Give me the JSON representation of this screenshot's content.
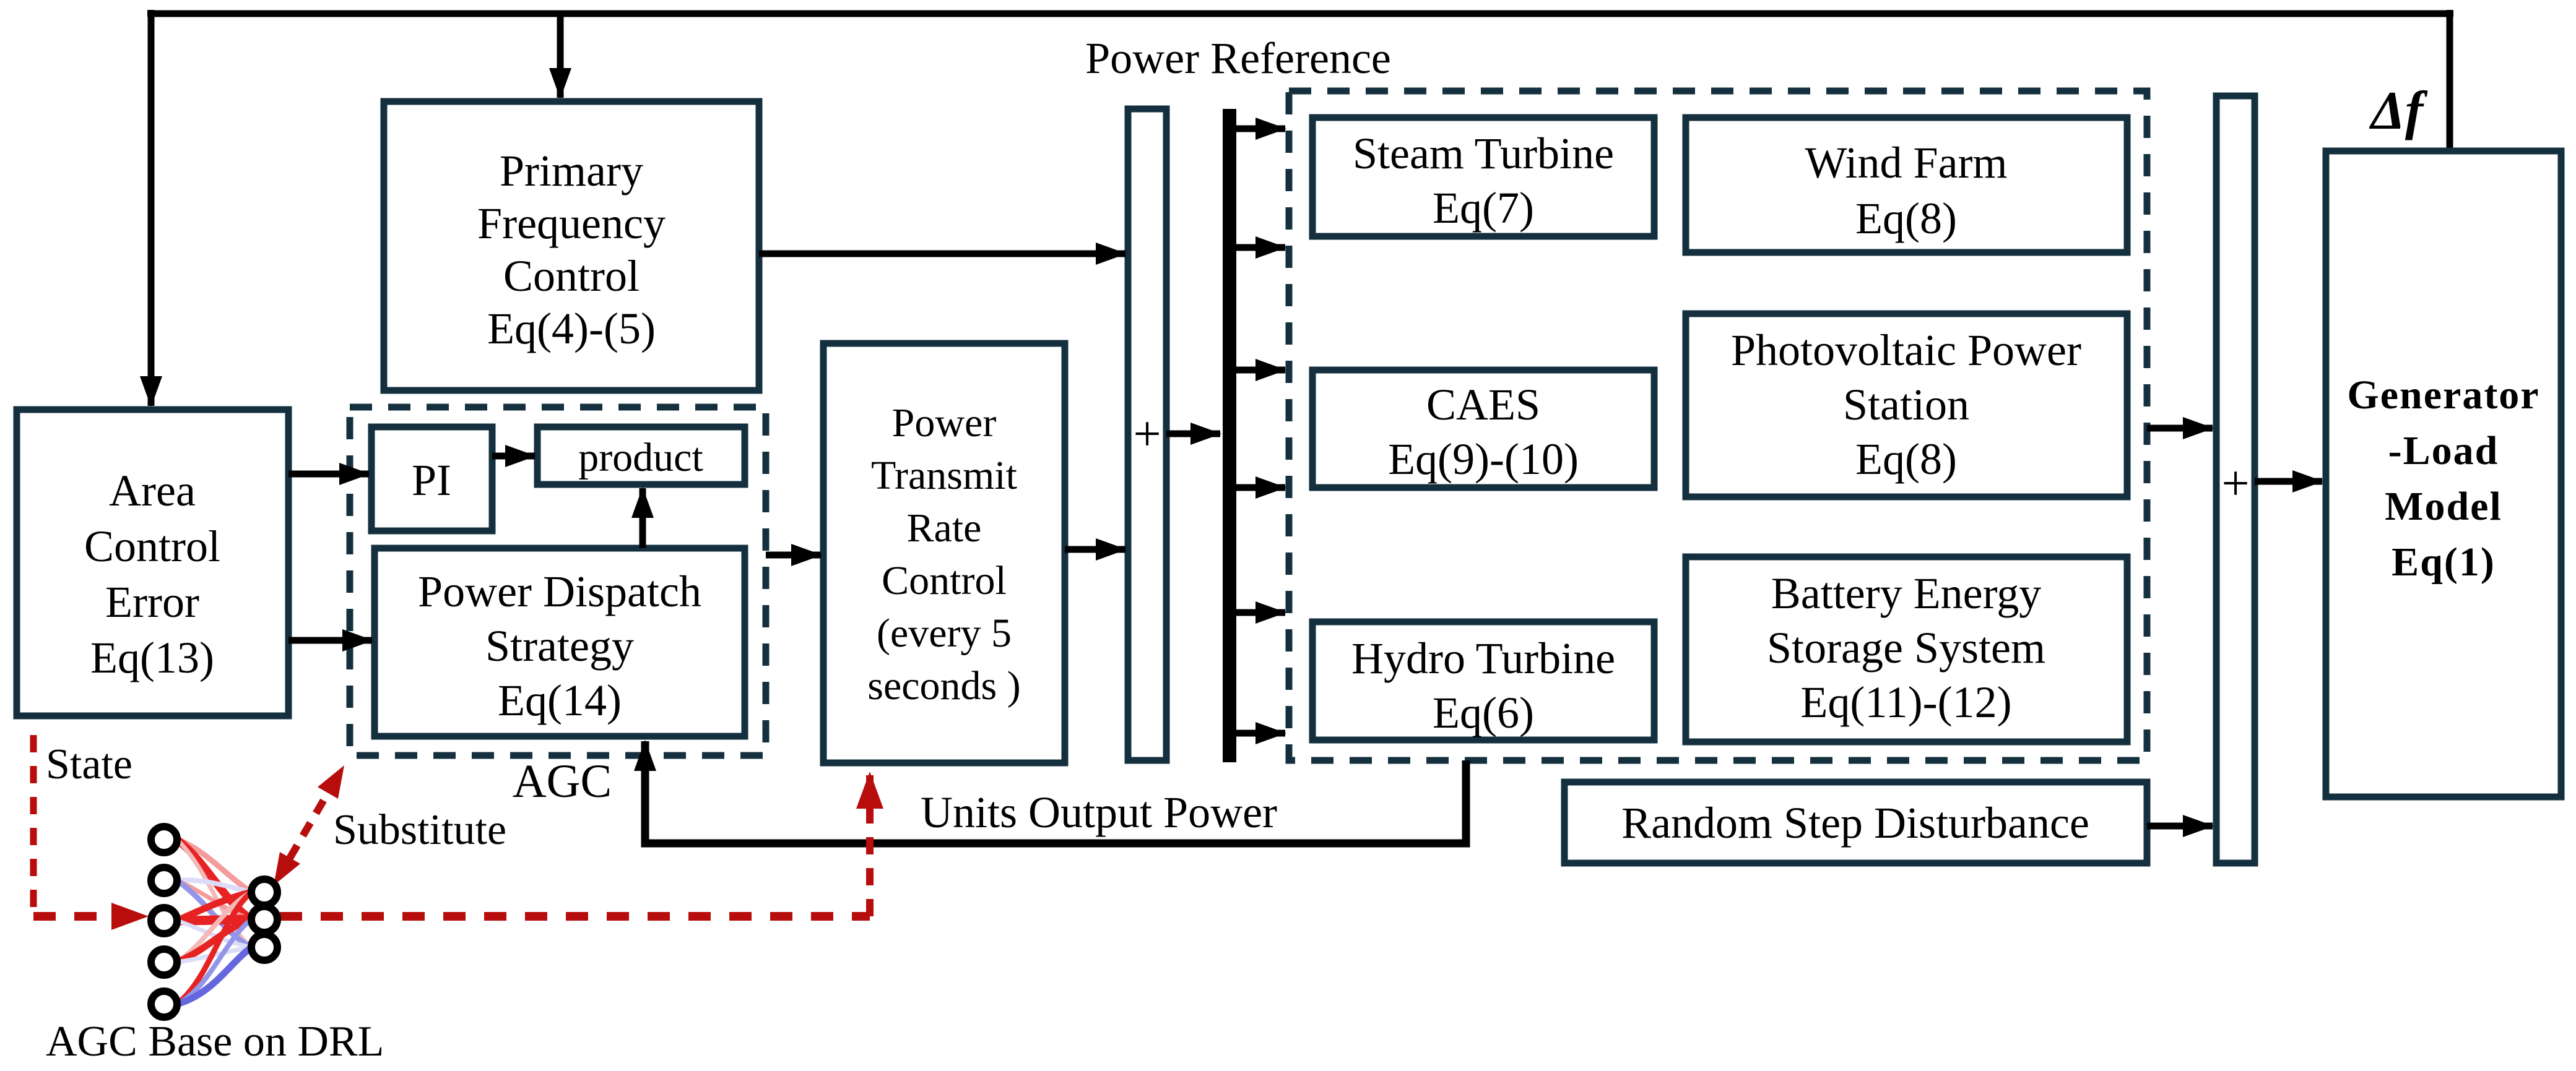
{
  "diagram_title": "AGC based on DRL power system frequency control block diagram",
  "colors": {
    "background": "#ffffff",
    "box_stroke": "#14303f",
    "connector": "#000000",
    "red_line": "#b70d0d",
    "red_label": "#c41111",
    "dark_red_label": "#a80d0d",
    "nn_edge_strong_red": "#e62222",
    "nn_edge_pink": "#f49c9c",
    "nn_edge_light_pink": "#f4b8b8",
    "nn_edge_lavender": "#dcdcf8",
    "nn_edge_periwinkle": "#9396e8",
    "nn_edge_blue": "#6467dd"
  },
  "labels": {
    "power_reference": "Power Reference",
    "units_output_power": "Units Output Power",
    "agc": "AGC",
    "delta_f": "Δf",
    "state": "State",
    "substitute": "Substitute",
    "agc_base_on_drl": "AGC Base on DRL",
    "plus": "+"
  },
  "blocks": {
    "area_control_error": {
      "lines": [
        "Area",
        "Control",
        "Error",
        "Eq(13)"
      ]
    },
    "primary_frequency_control": {
      "lines": [
        "Primary",
        "Frequency",
        "Control",
        "Eq(4)-(5)"
      ]
    },
    "pi": {
      "lines": [
        "PI"
      ]
    },
    "product": {
      "lines": [
        "product"
      ]
    },
    "power_dispatch_strategy": {
      "lines": [
        "Power Dispatch",
        "Strategy",
        "Eq(14)"
      ]
    },
    "power_transmit_rate_control": {
      "lines": [
        "Power",
        "Transmit",
        "Rate",
        "Control",
        "(every 5",
        "seconds )"
      ]
    },
    "steam_turbine": {
      "lines": [
        "Steam Turbine",
        "Eq(7)"
      ]
    },
    "wind_farm": {
      "lines": [
        "Wind Farm",
        "Eq(8)"
      ]
    },
    "caes": {
      "lines": [
        "CAES",
        "Eq(9)-(10)"
      ]
    },
    "photovoltaic_power_station": {
      "lines": [
        "Photovoltaic Power",
        "Station",
        "Eq(8)"
      ]
    },
    "hydro_turbine": {
      "lines": [
        "Hydro Turbine",
        "Eq(6)"
      ]
    },
    "battery_energy_storage_system": {
      "lines": [
        "Battery Energy",
        "Storage System",
        "Eq(11)-(12)"
      ]
    },
    "random_step_disturbance": {
      "lines": [
        "Random Step Disturbance"
      ]
    },
    "generator_load_model": {
      "lines": [
        "Generator",
        "-Load",
        "Model",
        "Eq(1)"
      ]
    }
  }
}
